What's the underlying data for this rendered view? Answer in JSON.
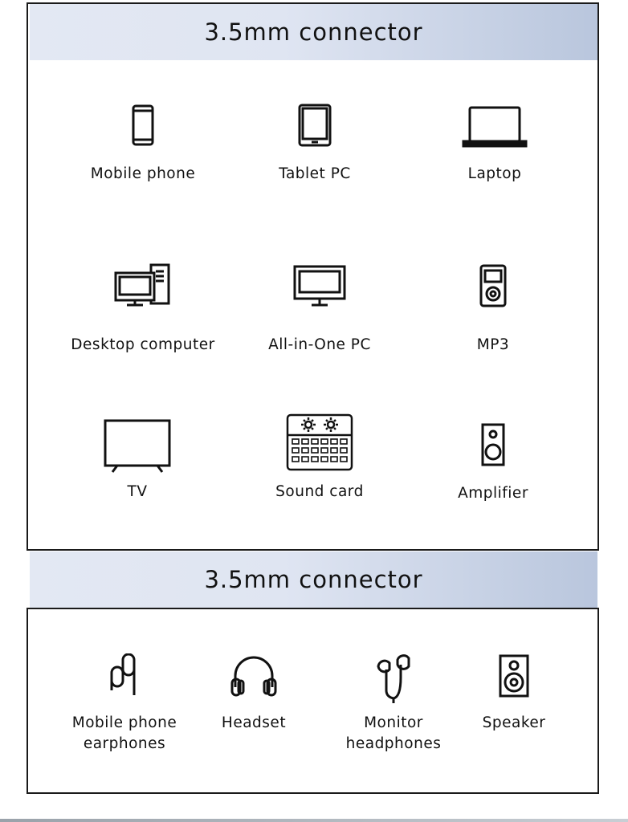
{
  "sections": [
    {
      "title": "3.5mm connector",
      "devices": [
        {
          "label": "Mobile phone",
          "icon": "mobile-phone-icon"
        },
        {
          "label": "Tablet PC",
          "icon": "tablet-icon"
        },
        {
          "label": "Laptop",
          "icon": "laptop-icon"
        },
        {
          "label": "Desktop computer",
          "icon": "desktop-computer-icon"
        },
        {
          "label": "All-in-One PC",
          "icon": "monitor-icon"
        },
        {
          "label": "MP3",
          "icon": "mp3-player-icon"
        },
        {
          "label": "TV",
          "icon": "tv-icon"
        },
        {
          "label": "Sound card",
          "icon": "sound-card-icon"
        },
        {
          "label": "Amplifier",
          "icon": "amplifier-icon"
        }
      ]
    },
    {
      "title": "3.5mm connector",
      "devices": [
        {
          "label_line1": "Mobile phone",
          "label_line2": "earphones",
          "icon": "earphones-icon"
        },
        {
          "label": "Headset",
          "icon": "headset-icon"
        },
        {
          "label_line1": "Monitor",
          "label_line2": "headphones",
          "icon": "earbuds-icon"
        },
        {
          "label": "Speaker",
          "icon": "speaker-icon"
        }
      ]
    }
  ]
}
